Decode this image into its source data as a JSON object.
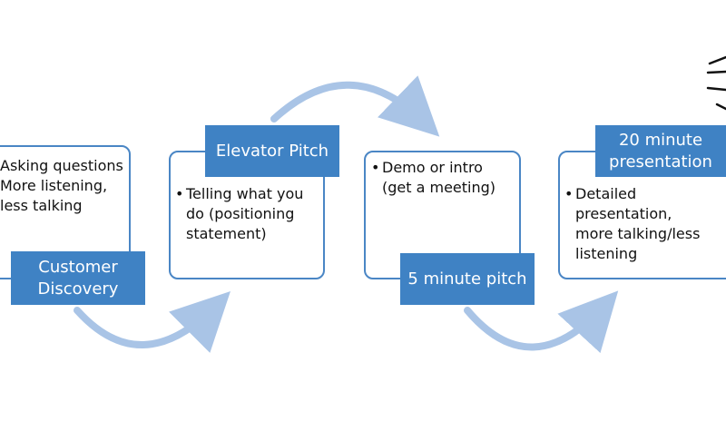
{
  "stages": [
    {
      "label": "Customer\nDiscovery",
      "bullets": [
        "Asking questions",
        "More listening, less talking"
      ]
    },
    {
      "label": "Elevator Pitch",
      "bullets": [
        "Telling what you do (positioning statement)"
      ]
    },
    {
      "label": "5 minute pitch",
      "bullets": [
        "Demo or intro (get a meeting)"
      ]
    },
    {
      "label": "20 minute presentation",
      "bullets": [
        "Detailed presentation, more talking/less listening"
      ]
    }
  ],
  "colors": {
    "label_fill": "#3f82c4",
    "card_border": "#4a86c5",
    "arrow": "#a9c4e6"
  },
  "icons": [
    "curved-arrow-icon",
    "sun-rays-icon"
  ]
}
